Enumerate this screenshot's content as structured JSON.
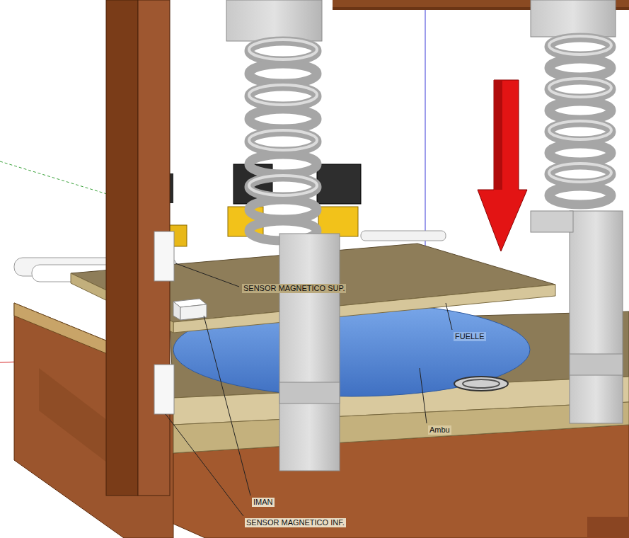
{
  "diagram": {
    "labels": [
      "SENSOR MAGNETICO SUP.",
      "FUELLE",
      "Ambu",
      "IMAN",
      "SENSOR MAGNETICO INF."
    ]
  }
}
